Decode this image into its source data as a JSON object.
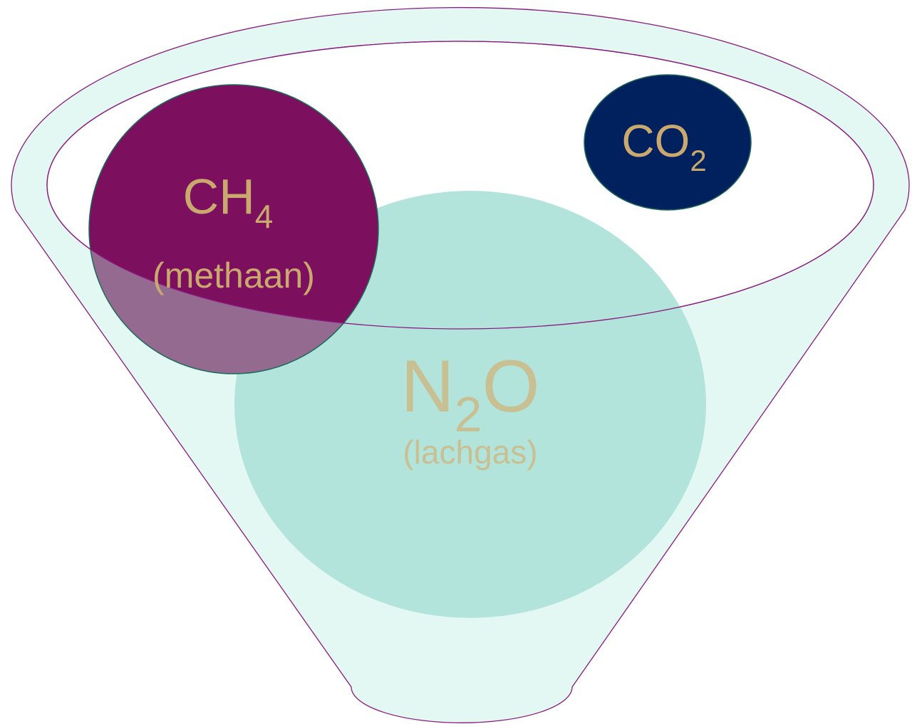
{
  "colors": {
    "funnel_fill": "#e3f8f2",
    "funnel_stroke": "#8b1a7e",
    "rim_inner_fill": "#ffffff",
    "n2o_fill": "#b2e4dc",
    "ch4_fill": "#7c0f5e",
    "ch4_overlap_fill": "#946a91",
    "co2_fill": "#00205e",
    "circle_stroke": "#1f6a5a",
    "label_gold": "#c9a96e",
    "n2o_label": "#c8c092"
  },
  "gases": {
    "ch4": {
      "formula": "CH",
      "subscript": "4",
      "name": "(methaan)"
    },
    "co2": {
      "formula": "CO",
      "subscript": "2"
    },
    "n2o": {
      "formula_prefix": "N",
      "subscript": "2",
      "formula_suffix": "O",
      "name": "(lachgas)"
    }
  }
}
